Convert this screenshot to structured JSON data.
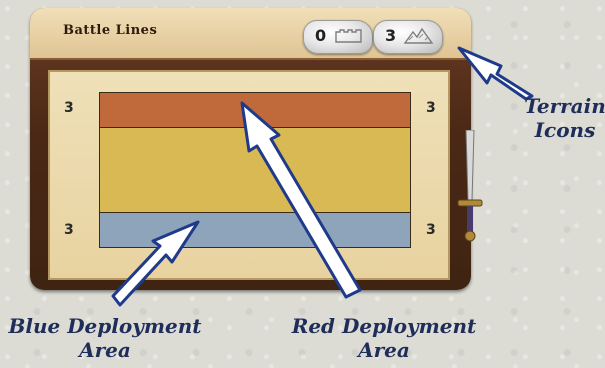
{
  "card": {
    "title": "Battle Lines",
    "tokens": [
      {
        "count": "0",
        "icon": "fortification-icon"
      },
      {
        "count": "3",
        "icon": "mountain-terrain-icon"
      }
    ]
  },
  "board": {
    "left_numbers": [
      "3",
      "3"
    ],
    "right_numbers": [
      "3",
      "3"
    ],
    "zones": [
      {
        "name": "red-deployment",
        "color": "#c06a3c"
      },
      {
        "name": "middle",
        "color": "#d9b954"
      },
      {
        "name": "blue-deployment",
        "color": "#8ea4ba"
      }
    ]
  },
  "captions": {
    "terrain_line1": "Terrain",
    "terrain_line2": "Icons",
    "blue_line1": "Blue Deployment",
    "blue_line2": "Area",
    "red_line1": "Red Deployment",
    "red_line2": "Area"
  },
  "colors": {
    "arrow_fill": "#ffffff",
    "arrow_stroke": "#1f3a8a",
    "caption": "#1e2d59"
  }
}
